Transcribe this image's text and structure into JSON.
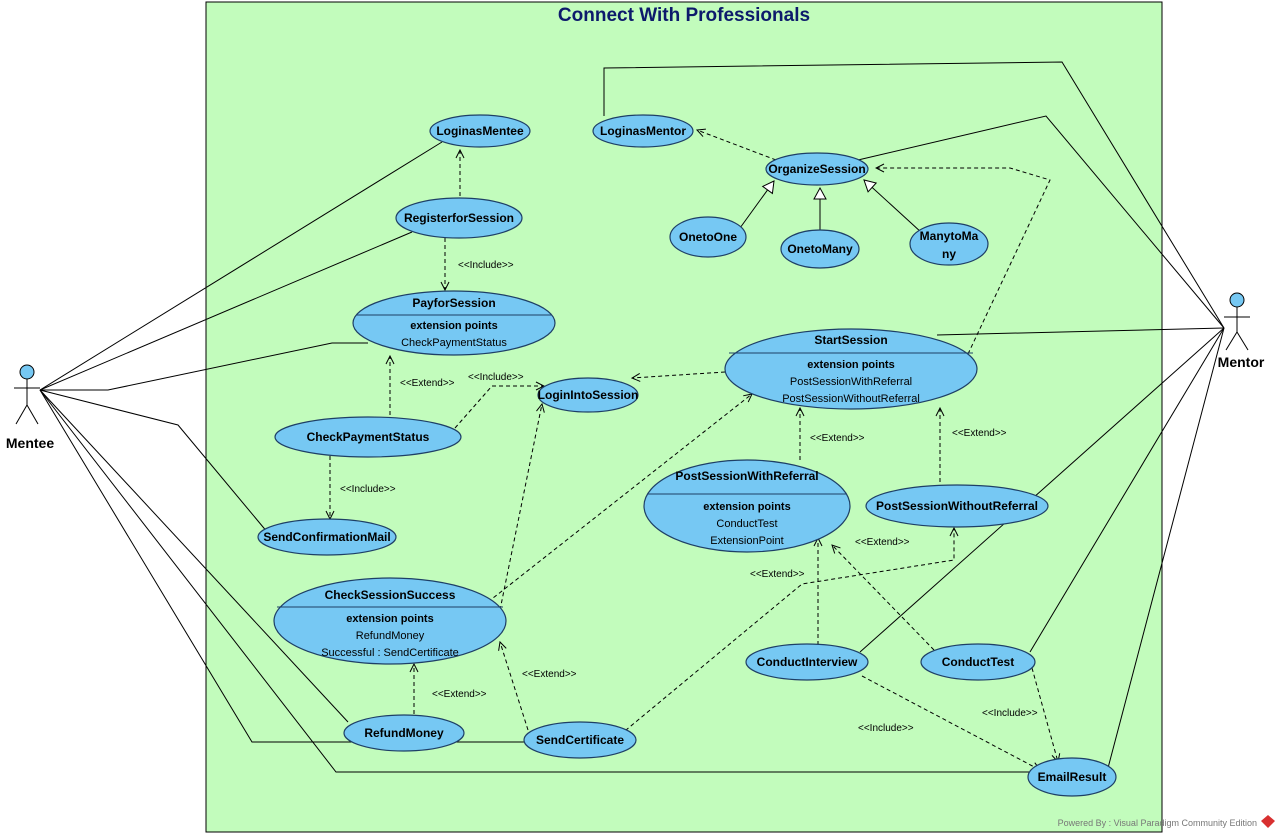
{
  "system": {
    "title": "Connect With Professionals",
    "fill": "#c2fcbc"
  },
  "actors": {
    "mentee": "Mentee",
    "mentor": "Mentor"
  },
  "use_cases": {
    "login_mentee": "LoginasMentee",
    "login_mentor": "LoginasMentor",
    "organize_session": "OrganizeSession",
    "one_to_one": "OnetoOne",
    "one_to_many": "OnetoMany",
    "many_to_many_1": "ManytoMa",
    "many_to_many_2": "ny",
    "register_session": "RegisterforSession",
    "pay_session": {
      "name": "PayforSession",
      "ext_header": "extension points",
      "points": [
        "CheckPaymentStatus"
      ]
    },
    "start_session": {
      "name": "StartSession",
      "ext_header": "extension points",
      "points": [
        "PostSessionWithReferral",
        "PostSessionWithoutReferral"
      ]
    },
    "login_into_session": "LoginIntoSession",
    "check_payment_status": "CheckPaymentStatus",
    "send_confirmation": "SendConfirmationMail",
    "post_with_referral": {
      "name": "PostSessionWithReferral",
      "ext_header": "extension points",
      "points": [
        "ConductTest",
        "ExtensionPoint"
      ]
    },
    "post_without_referral": "PostSessionWithoutReferral",
    "check_session_success": {
      "name": "CheckSessionSuccess",
      "ext_header": "extension points",
      "points": [
        "RefundMoney",
        "Successful : SendCertificate"
      ]
    },
    "refund_money": "RefundMoney",
    "send_certificate": "SendCertificate",
    "conduct_interview": "ConductInterview",
    "conduct_test": "ConductTest",
    "email_result": "EmailResult"
  },
  "stereotypes": {
    "include": "<<Include>>",
    "extend": "<<Extend>>"
  },
  "footer": "Powered By : Visual Paradigm Community Edition",
  "colors": {
    "usecase_fill": "#76c8f3",
    "usecase_stroke": "#1e3f66",
    "title": "#0d1a6b",
    "logo": "#d83030"
  }
}
